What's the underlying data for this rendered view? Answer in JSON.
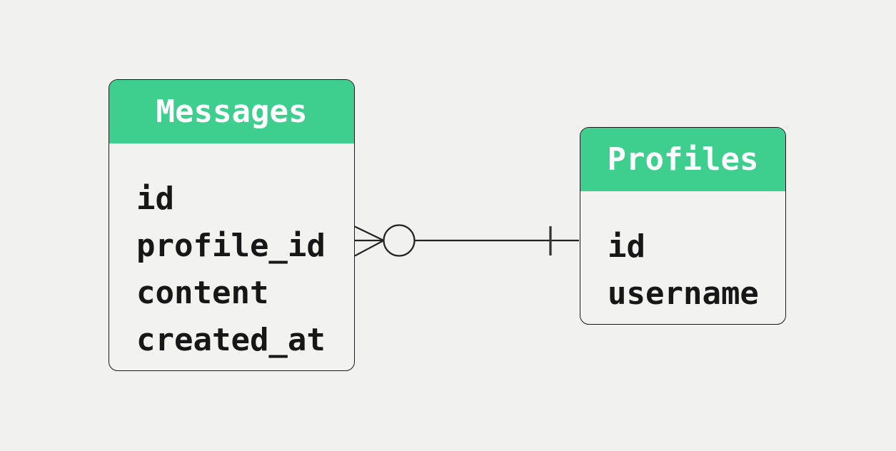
{
  "diagram": {
    "type": "entity-relationship",
    "entities": [
      {
        "name": "Messages",
        "fields": [
          "id",
          "profile_id",
          "content",
          "created_at"
        ]
      },
      {
        "name": "Profiles",
        "fields": [
          "id",
          "username"
        ]
      }
    ],
    "relationship": {
      "from": "Messages",
      "to": "Profiles",
      "from_cardinality": "zero-or-many",
      "to_cardinality": "one",
      "notation": "crow-foot"
    },
    "colors": {
      "header_green": "#3ecf8e",
      "background": "#f1f1f0",
      "border": "#1a1a1a",
      "header_text": "#ffffff",
      "field_text": "#171717"
    }
  }
}
